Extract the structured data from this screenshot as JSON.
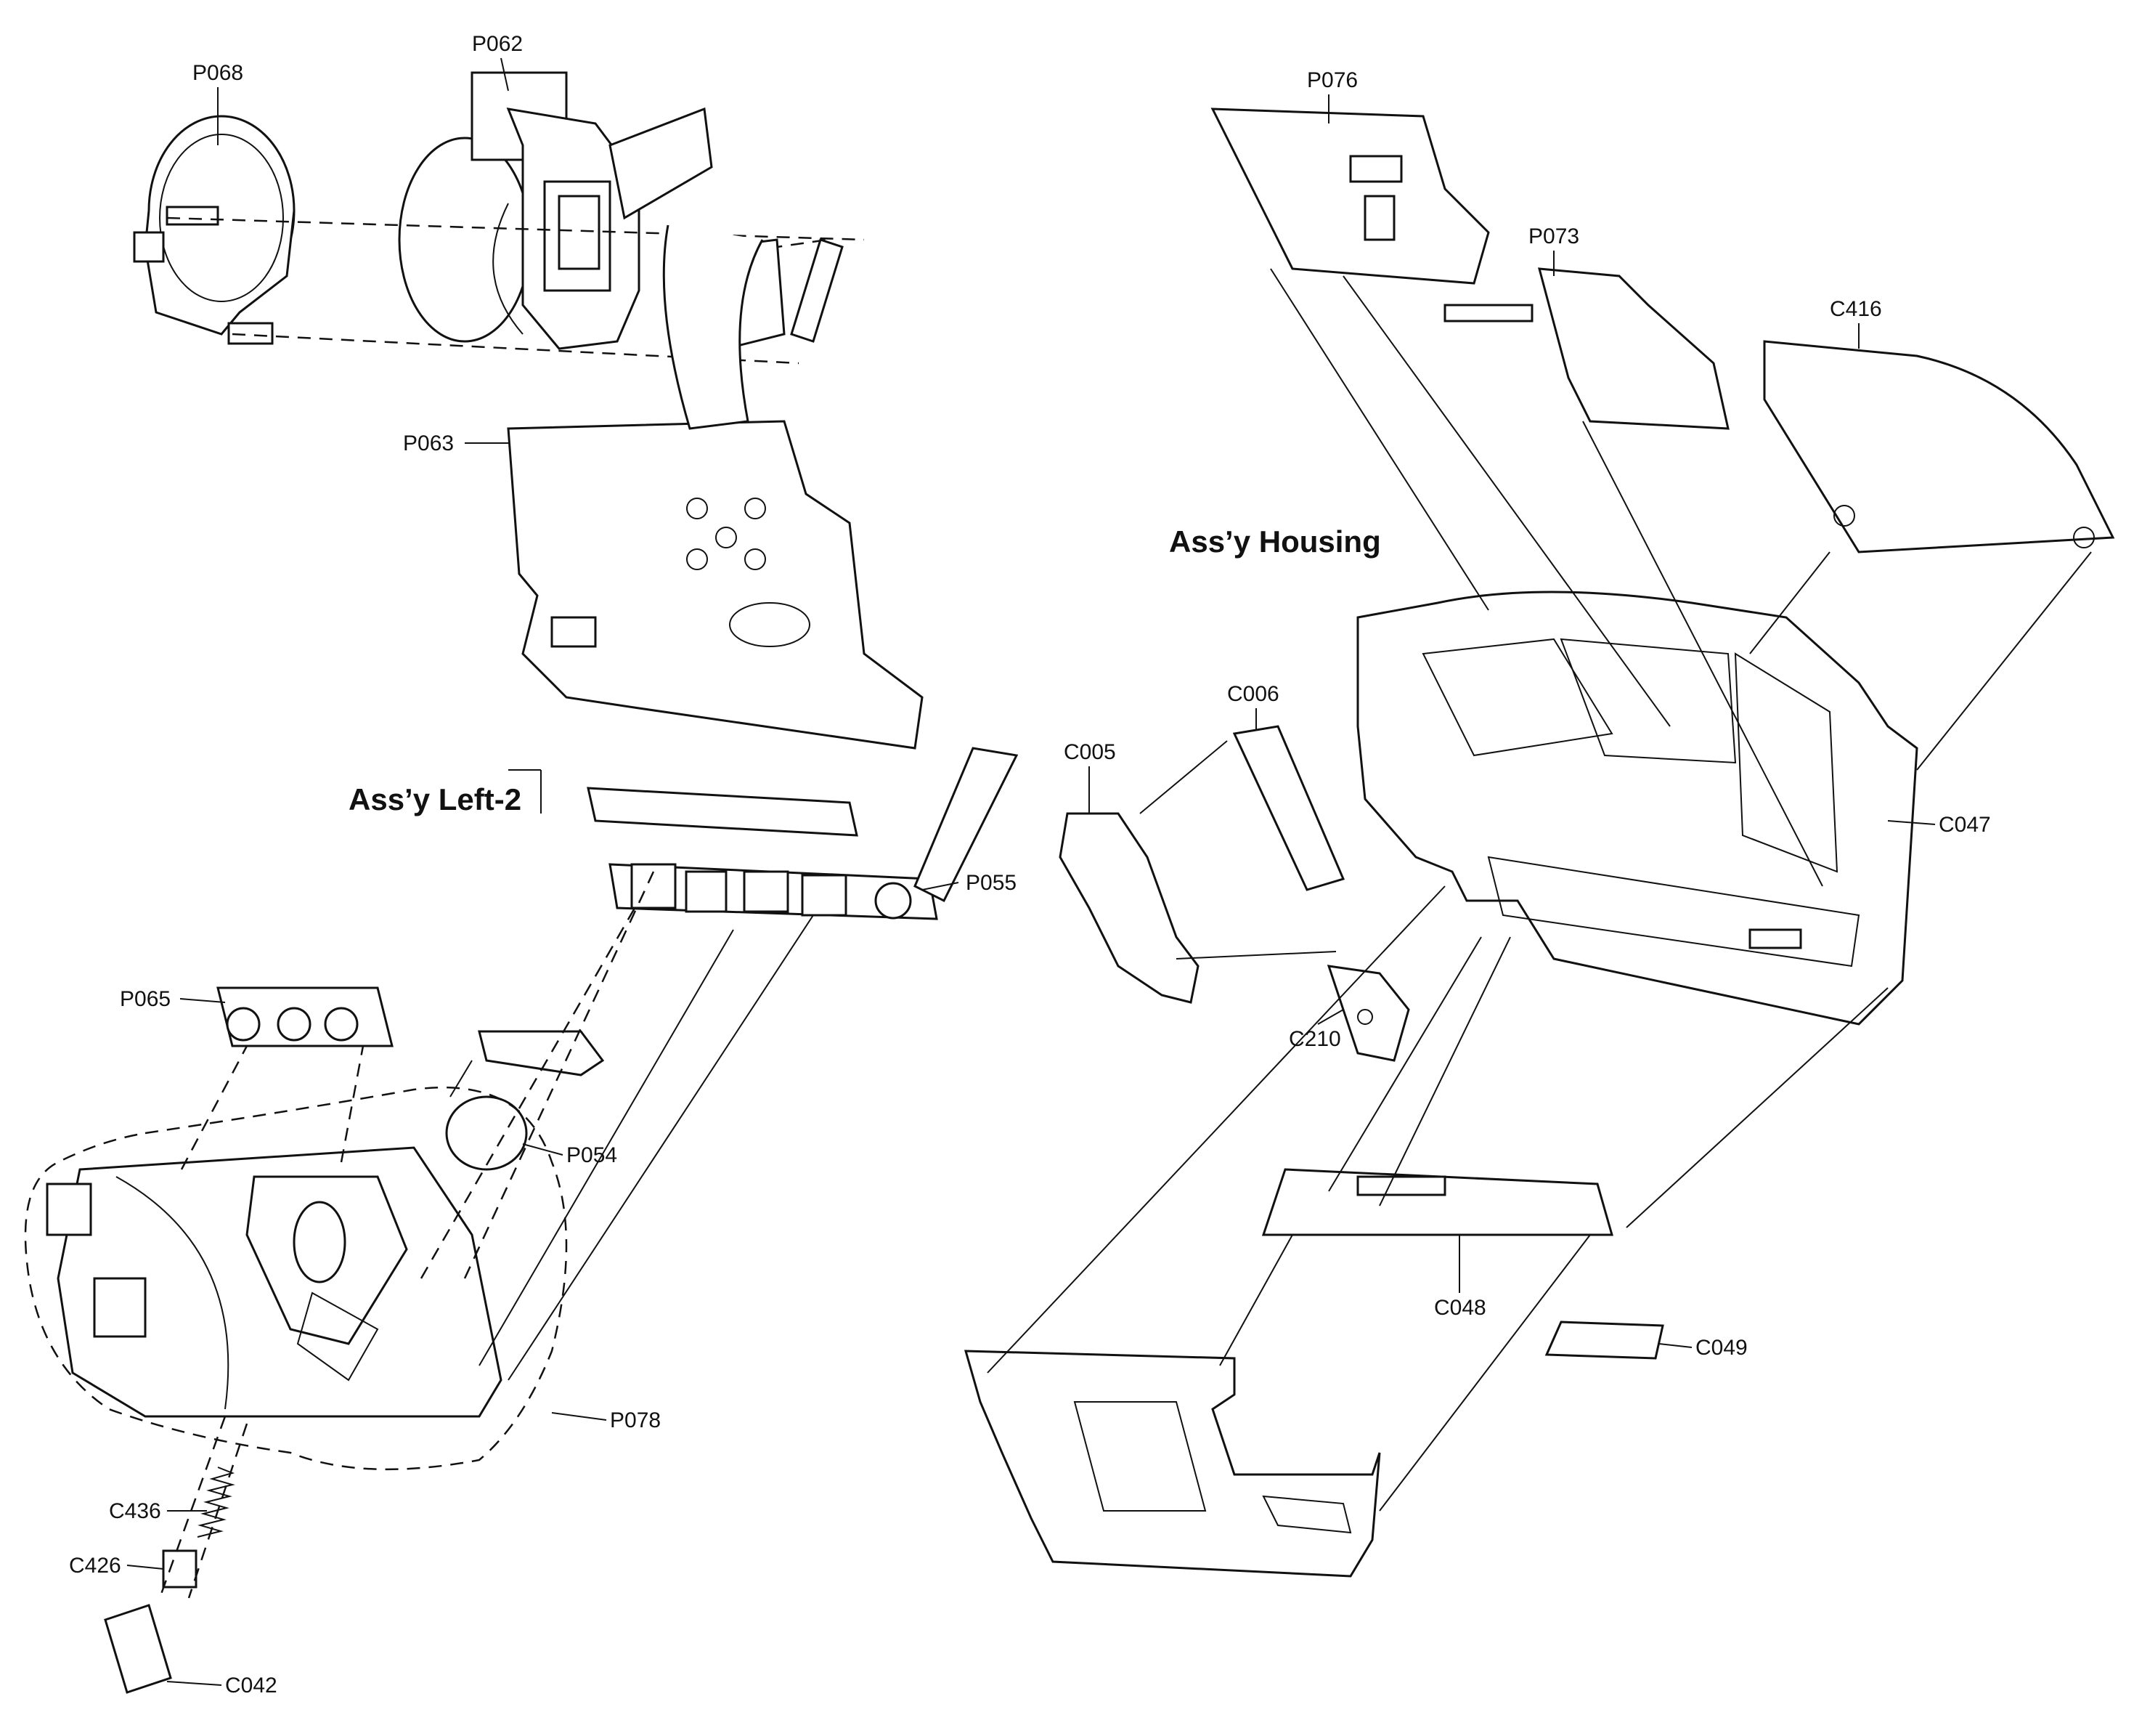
{
  "assemblies": {
    "left2": "Ass’y Left-2",
    "housing": "Ass’y Housing"
  },
  "parts": {
    "P068": "P068",
    "P062": "P062",
    "P063": "P063",
    "P055": "P055",
    "P065": "P065",
    "P054": "P054",
    "P078": "P078",
    "C436": "C436",
    "C426": "C426",
    "C042": "C042",
    "P076": "P076",
    "P073": "P073",
    "C416": "C416",
    "C006": "C006",
    "C005": "C005",
    "C047": "C047",
    "C210": "C210",
    "C048": "C048",
    "C049": "C049"
  }
}
